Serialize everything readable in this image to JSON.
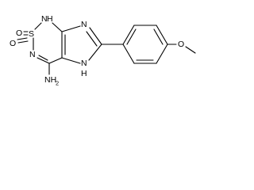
{
  "molecule": {
    "labels": {
      "n_h_top": "N",
      "h_top": "H",
      "sulfur": "S",
      "oxygen_left": "O",
      "oxygen_bottom": "O",
      "n_left": "N",
      "n_imidazole": "N",
      "n_h_bottom": "N",
      "h_bottom": "H",
      "amino": "NH",
      "amino_sub": "2",
      "oxygen_methoxy": "O"
    }
  }
}
